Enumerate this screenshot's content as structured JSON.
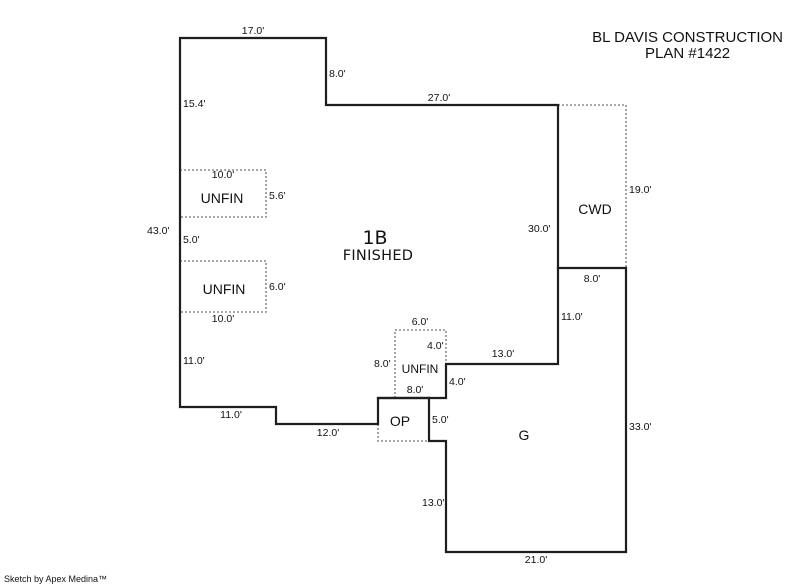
{
  "header": {
    "company": "BL DAVIS CONSTRUCTION",
    "plan": "PLAN #1422"
  },
  "footer": {
    "credit": "Sketch by Apex Medina™"
  },
  "areas": {
    "main": {
      "code": "1B",
      "label": "FINISHED"
    },
    "unfin_upper": {
      "label": "UNFIN"
    },
    "unfin_lower": {
      "label": "UNFIN"
    },
    "unfin_center": {
      "label": "UNFIN"
    },
    "cwd": {
      "label": "CWD"
    },
    "op": {
      "label": "OP"
    },
    "garage": {
      "label": "G"
    }
  },
  "dimensions": {
    "top_left_width": "17.0'",
    "step_down_right": "8.0'",
    "upper_left_wall": "15.4'",
    "top_right_width": "27.0'",
    "overall_left_height": "43.0'",
    "unfin_upper_width": "10.0'",
    "unfin_upper_depth": "5.6'",
    "between_unfin": "5.0'",
    "unfin_lower_depth": "6.0'",
    "unfin_lower_width": "10.0'",
    "lower_left_wall": "11.0'",
    "bottom_left_width": "11.0'",
    "bottom_mid_width": "12.0'",
    "right_main_wall": "30.0'",
    "cwd_depth": "19.0'",
    "cwd_width": "8.0'",
    "garage_upper_step": "11.0'",
    "garage_top_width": "13.0'",
    "unfin_center_width": "6.0'",
    "unfin_center_right": "4.0'",
    "unfin_center_left": "8.0'",
    "unfin_center_bottom": "8.0'",
    "step_small": "4.0'",
    "op_right": "5.0'",
    "garage_left": "13.0'",
    "garage_bottom": "21.0'",
    "garage_right": "33.0'"
  }
}
